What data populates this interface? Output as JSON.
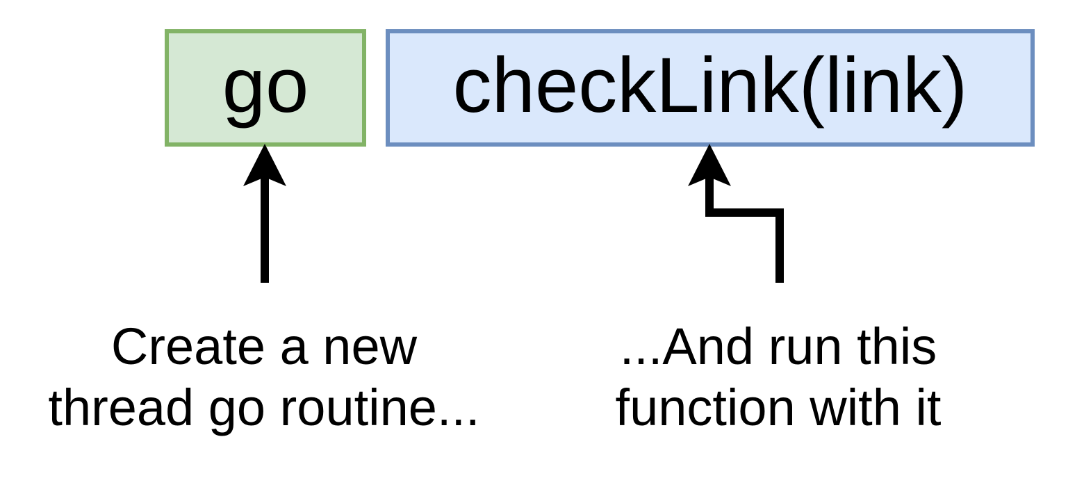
{
  "colors": {
    "go_fill": "#d5e8d4",
    "go_stroke": "#82b366",
    "call_fill": "#dae8fc",
    "call_stroke": "#6c8ebf",
    "arrow": "#000000"
  },
  "boxes": {
    "go_keyword": "go",
    "function_call": "checkLink(link)"
  },
  "captions": {
    "go": {
      "line1": "Create a new",
      "line2": "thread go routine..."
    },
    "call": {
      "line1": "...And run this",
      "line2": "function with it"
    }
  }
}
